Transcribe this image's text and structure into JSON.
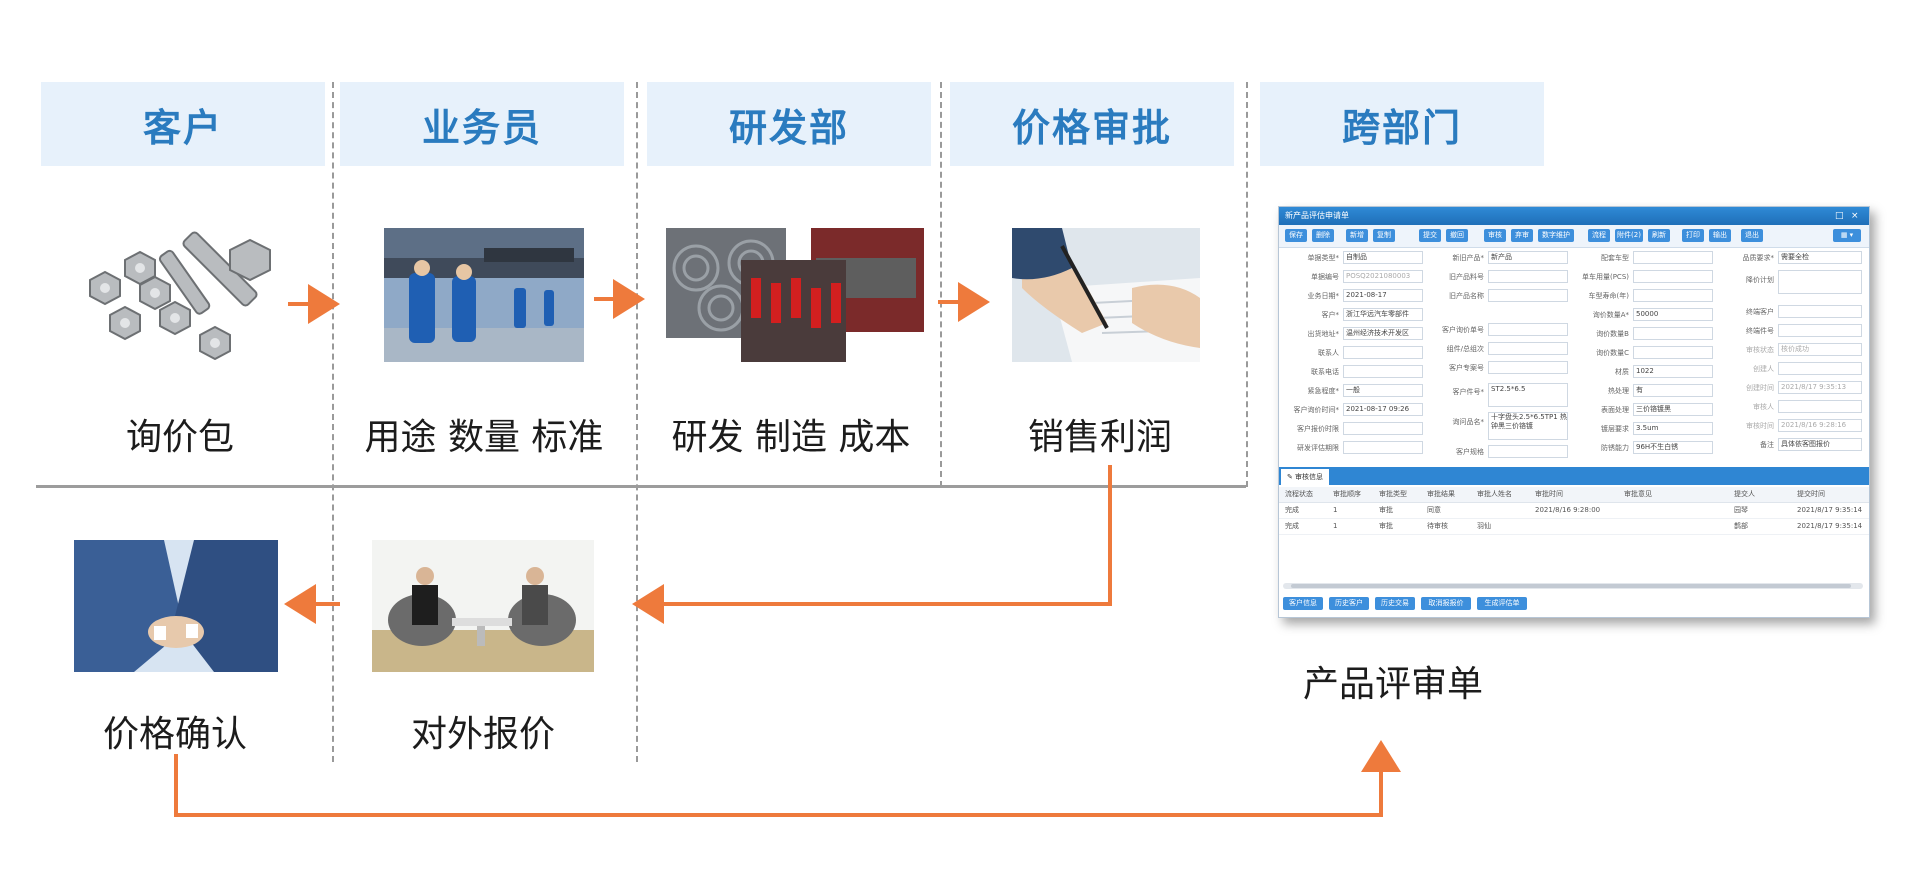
{
  "headers": [
    "客户",
    "业务员",
    "研发部",
    "价格审批",
    "跨部门"
  ],
  "captions": {
    "c1": "询价包",
    "c2": "用途  数量  标准",
    "c3": "研发 制造 成本",
    "c4": "销售利润",
    "c5": "价格确认",
    "c6": "对外报价",
    "c7": "产品评审单"
  },
  "photos": {
    "p1": "bolts-and-nuts-photo",
    "p2": "factory-workers-photo",
    "p3": "steel-coils-and-machines-photo",
    "p4": "signing-document-photo",
    "p5": "handshake-photo",
    "p6": "business-meeting-photo"
  },
  "colors": {
    "arrow": "#ee7a3c",
    "header_bg": "#e7f1fb",
    "header_text": "#2a7bbf",
    "form_blue": "#2f86d3"
  },
  "form": {
    "title": "新产品评估申请单",
    "toolbar": [
      "保存",
      "删除",
      "新增",
      "复制",
      "提交",
      "撤回",
      "审核",
      "弃审",
      "数字维护",
      "流程",
      "附件(2)",
      "刷新",
      "打印",
      "输出",
      "退出"
    ],
    "col1": {
      "labels": [
        "单据类型*",
        "单据编号",
        "业务日期*",
        "客户*",
        "出货地址*",
        "联系人",
        "联系电话",
        "紧急程度*",
        "客户询价时间*",
        "客户报价时限",
        "研发评估期限"
      ],
      "values": [
        "自制品",
        "POSQ2021080003",
        "2021-08-17",
        "浙江华远汽车零部件",
        "温州经济技术开发区",
        "",
        "",
        "一般",
        "2021-08-17 09:26",
        "",
        ""
      ]
    },
    "col2": {
      "labels": [
        "新旧产品*",
        "旧产品料号",
        "旧产品名称",
        "客户询价单号",
        "组件/总组次",
        "客户专案号",
        "客户件号*",
        "询问品名*",
        "客户规格"
      ],
      "values": [
        "新产品",
        "",
        "",
        "",
        "",
        "",
        "ST2.5*6.5",
        "十字盘头2.5*6.5TP1 热钟黑三价铬镀",
        ""
      ]
    },
    "col3": {
      "labels": [
        "配套车型",
        "单车用量(PCS)",
        "车型寿命(年)",
        "询价数量A*",
        "询价数量B",
        "询价数量C",
        "材质",
        "热处理",
        "表面处理",
        "镀层要求",
        "防锈能力"
      ],
      "values": [
        "",
        "",
        "",
        "50000",
        "",
        "",
        "1022",
        "有",
        "三价铬镀黑",
        "3.5um",
        "96H不生白锈"
      ]
    },
    "col4": {
      "labels": [
        "品质要求*",
        "降价计划",
        "终端客户",
        "终端件号",
        "审核状态",
        "创建人",
        "创建时间",
        "审核人",
        "审核时间",
        "备注"
      ],
      "values": [
        "需要全检",
        "",
        "",
        "",
        "核价成功",
        "",
        "2021/8/17 9:35:13",
        "",
        "2021/8/16 9:28:16",
        "具体依客图报价"
      ]
    },
    "tab": "审核信息",
    "grid_headers": [
      "流程状态",
      "审批顺序",
      "审批类型",
      "审批结果",
      "审批人姓名",
      "审批时间",
      "审批意见",
      "提交人",
      "提交时间"
    ],
    "grid_rows": [
      [
        "完成",
        "1",
        "审批",
        "同意",
        "",
        "2021/8/16 9:28:00",
        "",
        "园琴",
        "2021/8/17 9:35:14"
      ],
      [
        "完成",
        "1",
        "审批",
        "待审核",
        "羽仙",
        "",
        "",
        "鹊部",
        "2021/8/17 9:35:14"
      ]
    ],
    "bottom_buttons": [
      "客户信息",
      "历史客户",
      "历史交易",
      "取消报报价",
      "生成评估单"
    ]
  }
}
